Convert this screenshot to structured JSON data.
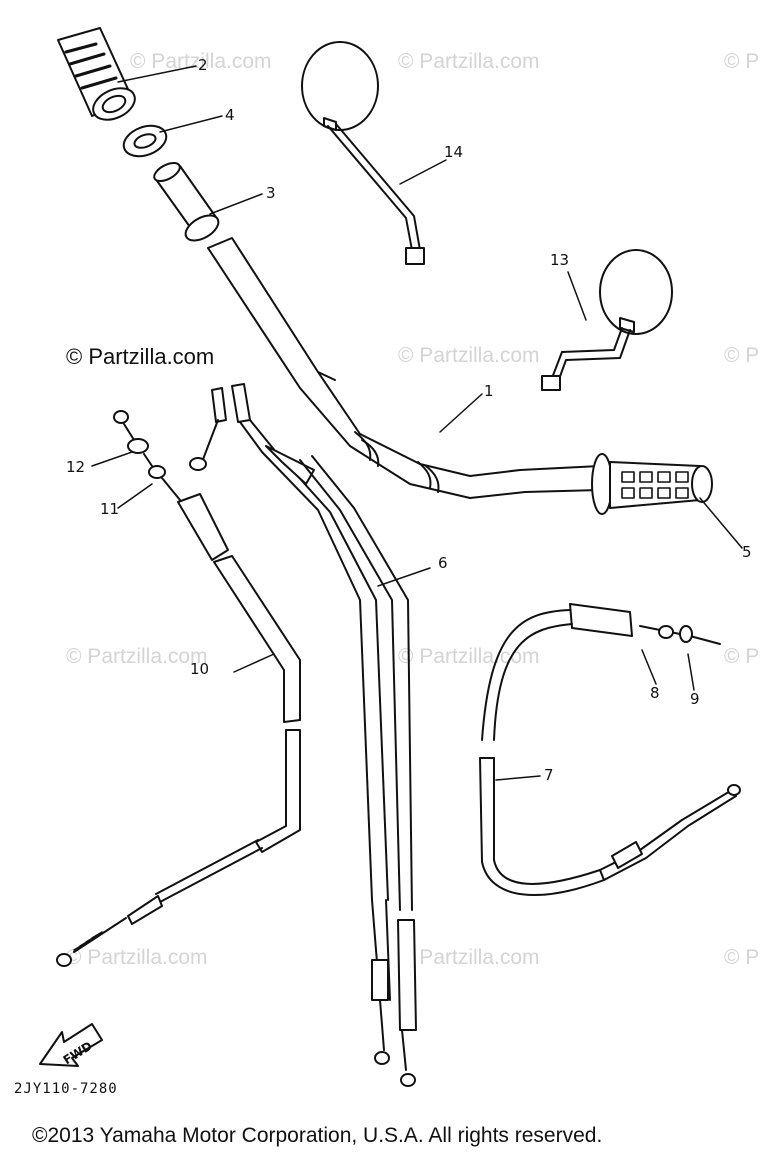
{
  "watermark_text": "© Partzilla.com",
  "partial_watermark_text": "© P",
  "dark_watermark_text": "© Partzilla.com",
  "callouts": {
    "p1": "1",
    "p2": "2",
    "p3": "3",
    "p4": "4",
    "p5": "5",
    "p6": "6",
    "p7": "7",
    "p8": "8",
    "p9": "9",
    "p10": "10",
    "p11": "11",
    "p12": "12",
    "p13": "13",
    "p14": "14"
  },
  "direction_label": "FWD",
  "diagram_code": "2JY110-7280",
  "copyright": "©2013  Yamaha Motor Corporation, U.S.A. All rights reserved."
}
